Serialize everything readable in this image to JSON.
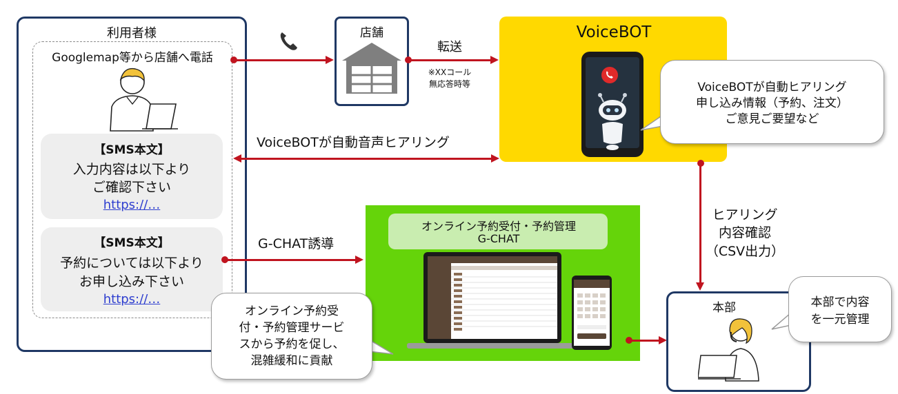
{
  "user_panel": {
    "title": "利用者様",
    "call_text": "Googlemap等から店舗へ電話",
    "sms1": {
      "title": "【SMS本文】",
      "line1": "入力内容は以下より",
      "line2": "ご確認下さい",
      "link": "https://…"
    },
    "sms2": {
      "title": "【SMS本文】",
      "line1": "予約については以下より",
      "line2": "お申し込み下さい",
      "link": "https://…"
    }
  },
  "store": {
    "title": "店舗"
  },
  "transfer": {
    "label": "転送",
    "note1": "※XXコール",
    "note2": "無応答時等"
  },
  "voicebot": {
    "title": "VoiceBOT",
    "bubble_line1": "VoiceBOTが自動ヒアリング",
    "bubble_line2": "申し込み情報（予約、注文）",
    "bubble_line3": "ご意見ご要望など"
  },
  "hearing_label": "VoiceBOTが自動音声ヒアリング",
  "gchat_guide_label": "G-CHAT誘導",
  "gchat": {
    "title_line1": "オンライン予約受付・予約管理",
    "title_line2": "G-CHAT"
  },
  "gchat_bubble": {
    "line1": "オンライン予約受",
    "line2": "付・予約管理サービ",
    "line3": "スから予約を促し、",
    "line4": "混雑緩和に貢献"
  },
  "csv_label": {
    "line1": "ヒアリング",
    "line2": "内容確認",
    "line3": "（CSV出力）"
  },
  "hq": {
    "title": "本部",
    "bubble_line1": "本部で内容",
    "bubble_line2": "を一元管理"
  },
  "colors": {
    "navy": "#1f3864",
    "red": "#c0141f",
    "yellow": "#ffd900",
    "green": "#65d40a"
  }
}
